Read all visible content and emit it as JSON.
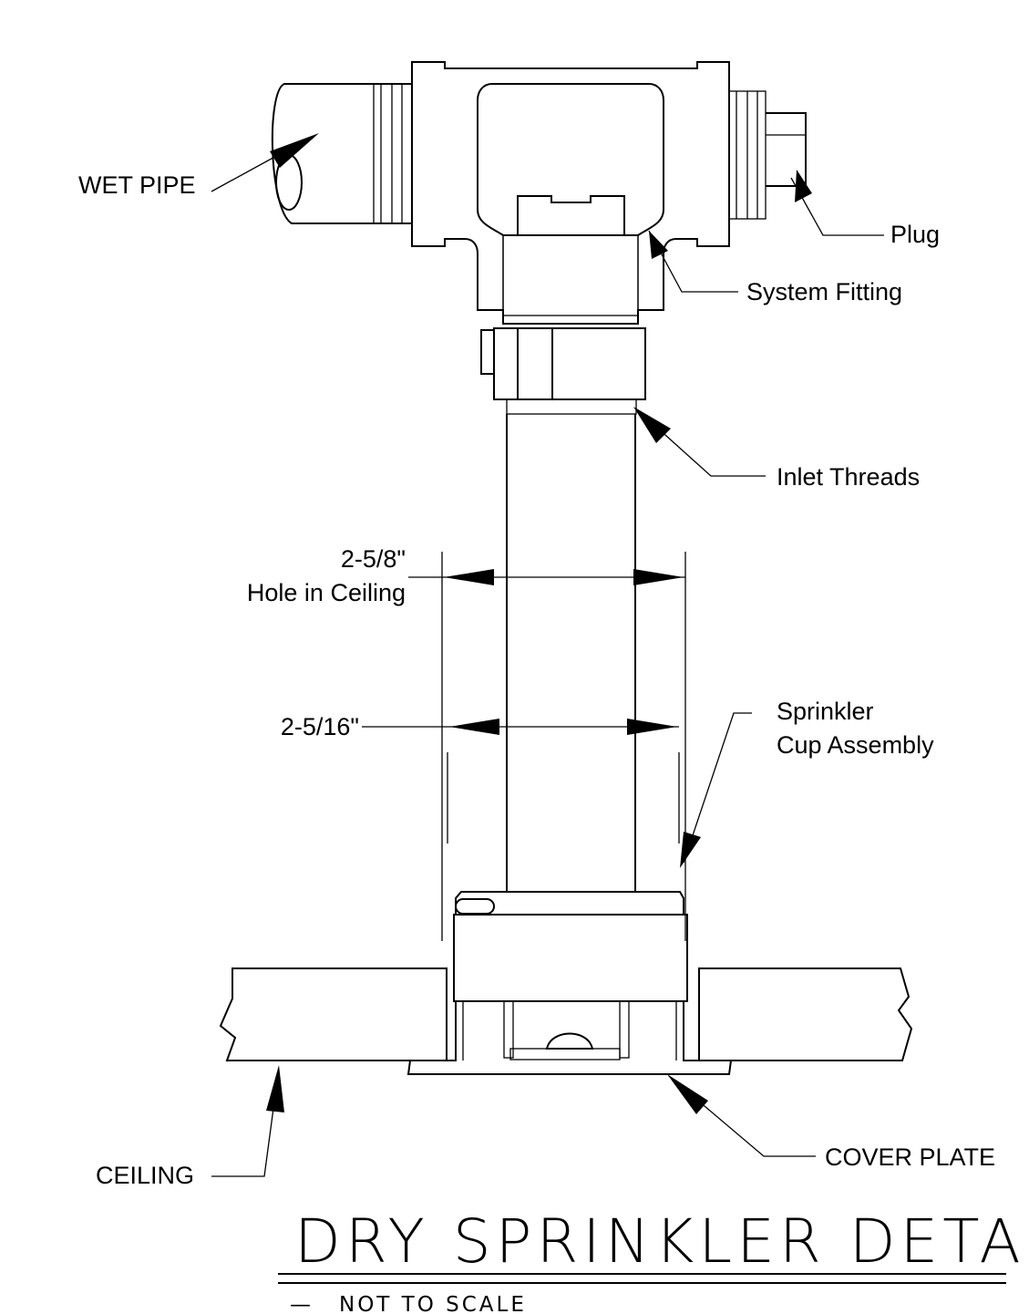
{
  "labels": {
    "wet_pipe": "WET PIPE",
    "plug": "Plug",
    "system_fitting": "System Fitting",
    "inlet_threads": "Inlet Threads",
    "hole_dim": "2-5/8\"",
    "hole_text": "Hole in Ceiling",
    "cup_dim": "2-5/16\"",
    "sprinkler_line1": "Sprinkler",
    "sprinkler_line2": "Cup Assembly",
    "ceiling": "CEILING",
    "cover_plate": "COVER PLATE"
  },
  "title": {
    "main": "DRY SPRINKLER DETAIL",
    "dash": "—",
    "note": "NOT TO SCALE"
  }
}
